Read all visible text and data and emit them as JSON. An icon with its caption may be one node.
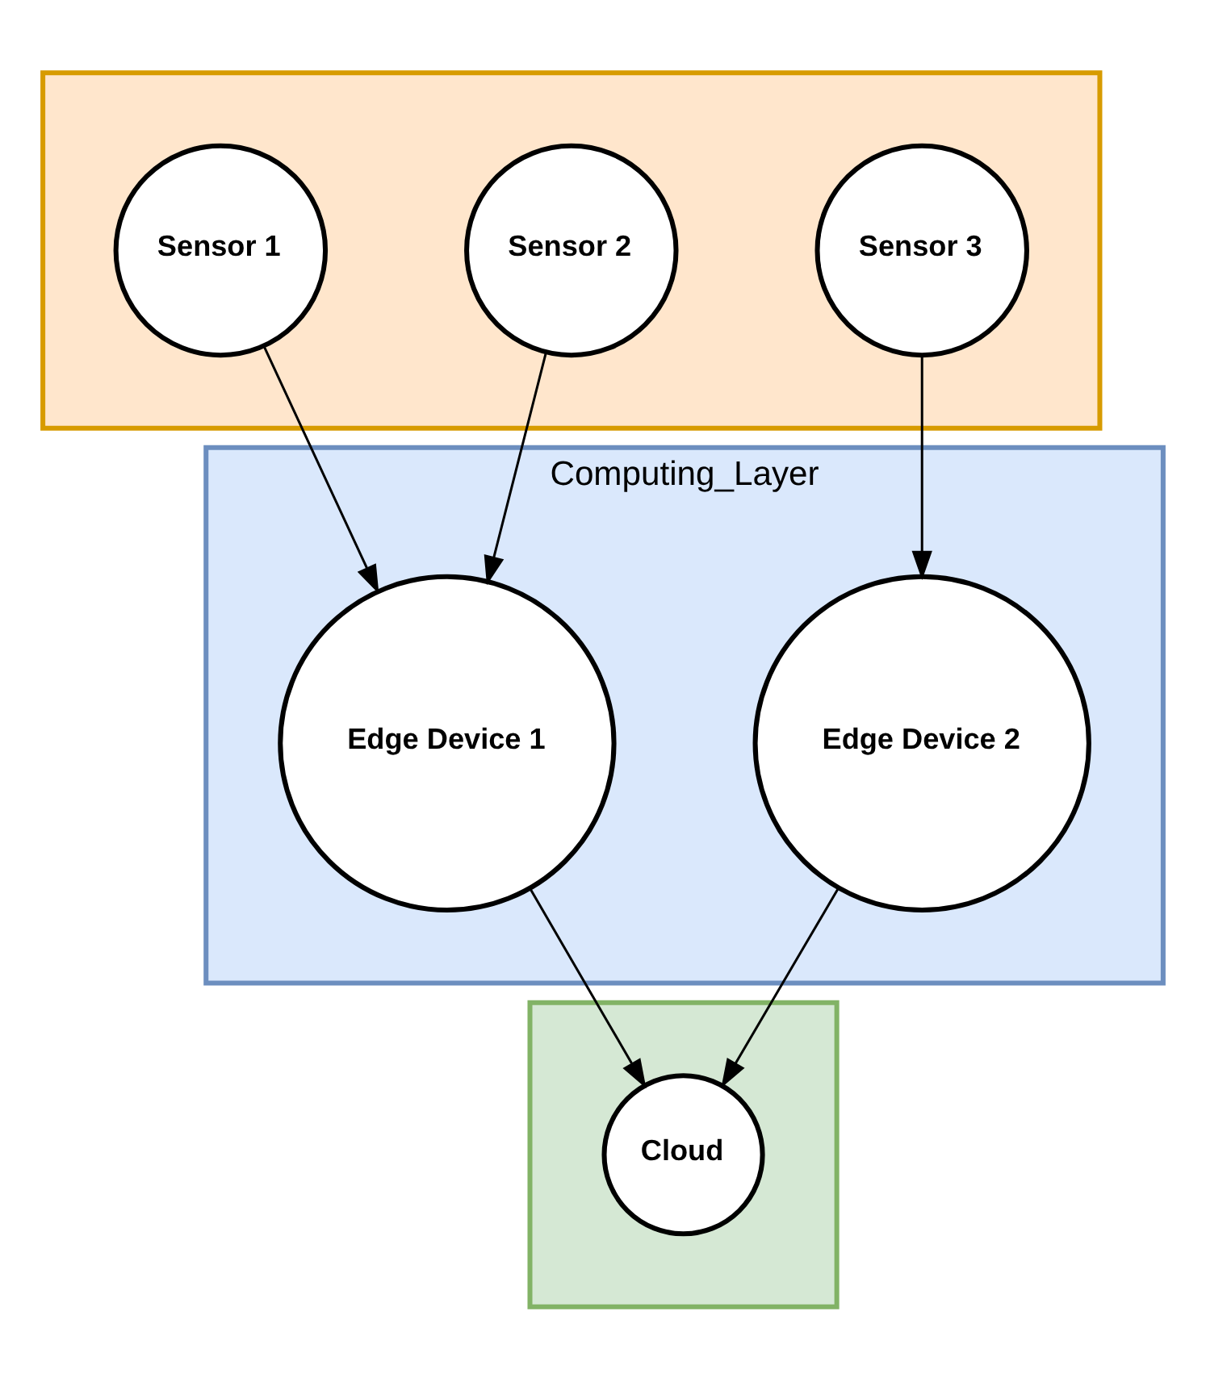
{
  "diagram": {
    "nodes": [
      {
        "text": [],
        "shape": "box"
      },
      {
        "text": [
          "Sensor 1"
        ],
        "in": 0
      },
      {
        "text": [
          "Sensor 2"
        ],
        "in": 0
      },
      {
        "text": [
          "Sensor 3"
        ],
        "in": 0
      },
      {
        "text": [
          "Computing_Layer"
        ]
      },
      {
        "text": [
          "Edge Device 1"
        ],
        "in": 4
      },
      {
        "text": [
          "Edge Device 2"
        ],
        "in": 4
      },
      {
        "text": [],
        "shape": "box"
      },
      {
        "text": [
          "Cloud"
        ],
        "in": 7
      }
    ],
    "edges": [
      {
        "from": 1,
        "to": 5,
        "arrow": "to"
      },
      {
        "from": 2,
        "to": 5,
        "arrow": "to"
      },
      {
        "from": 3,
        "to": 6,
        "arrow": "to"
      },
      {
        "from": 5,
        "to": 8,
        "arrow": "to"
      },
      {
        "from": 6,
        "to": 8,
        "arrow": "to"
      }
    ]
  }
}
